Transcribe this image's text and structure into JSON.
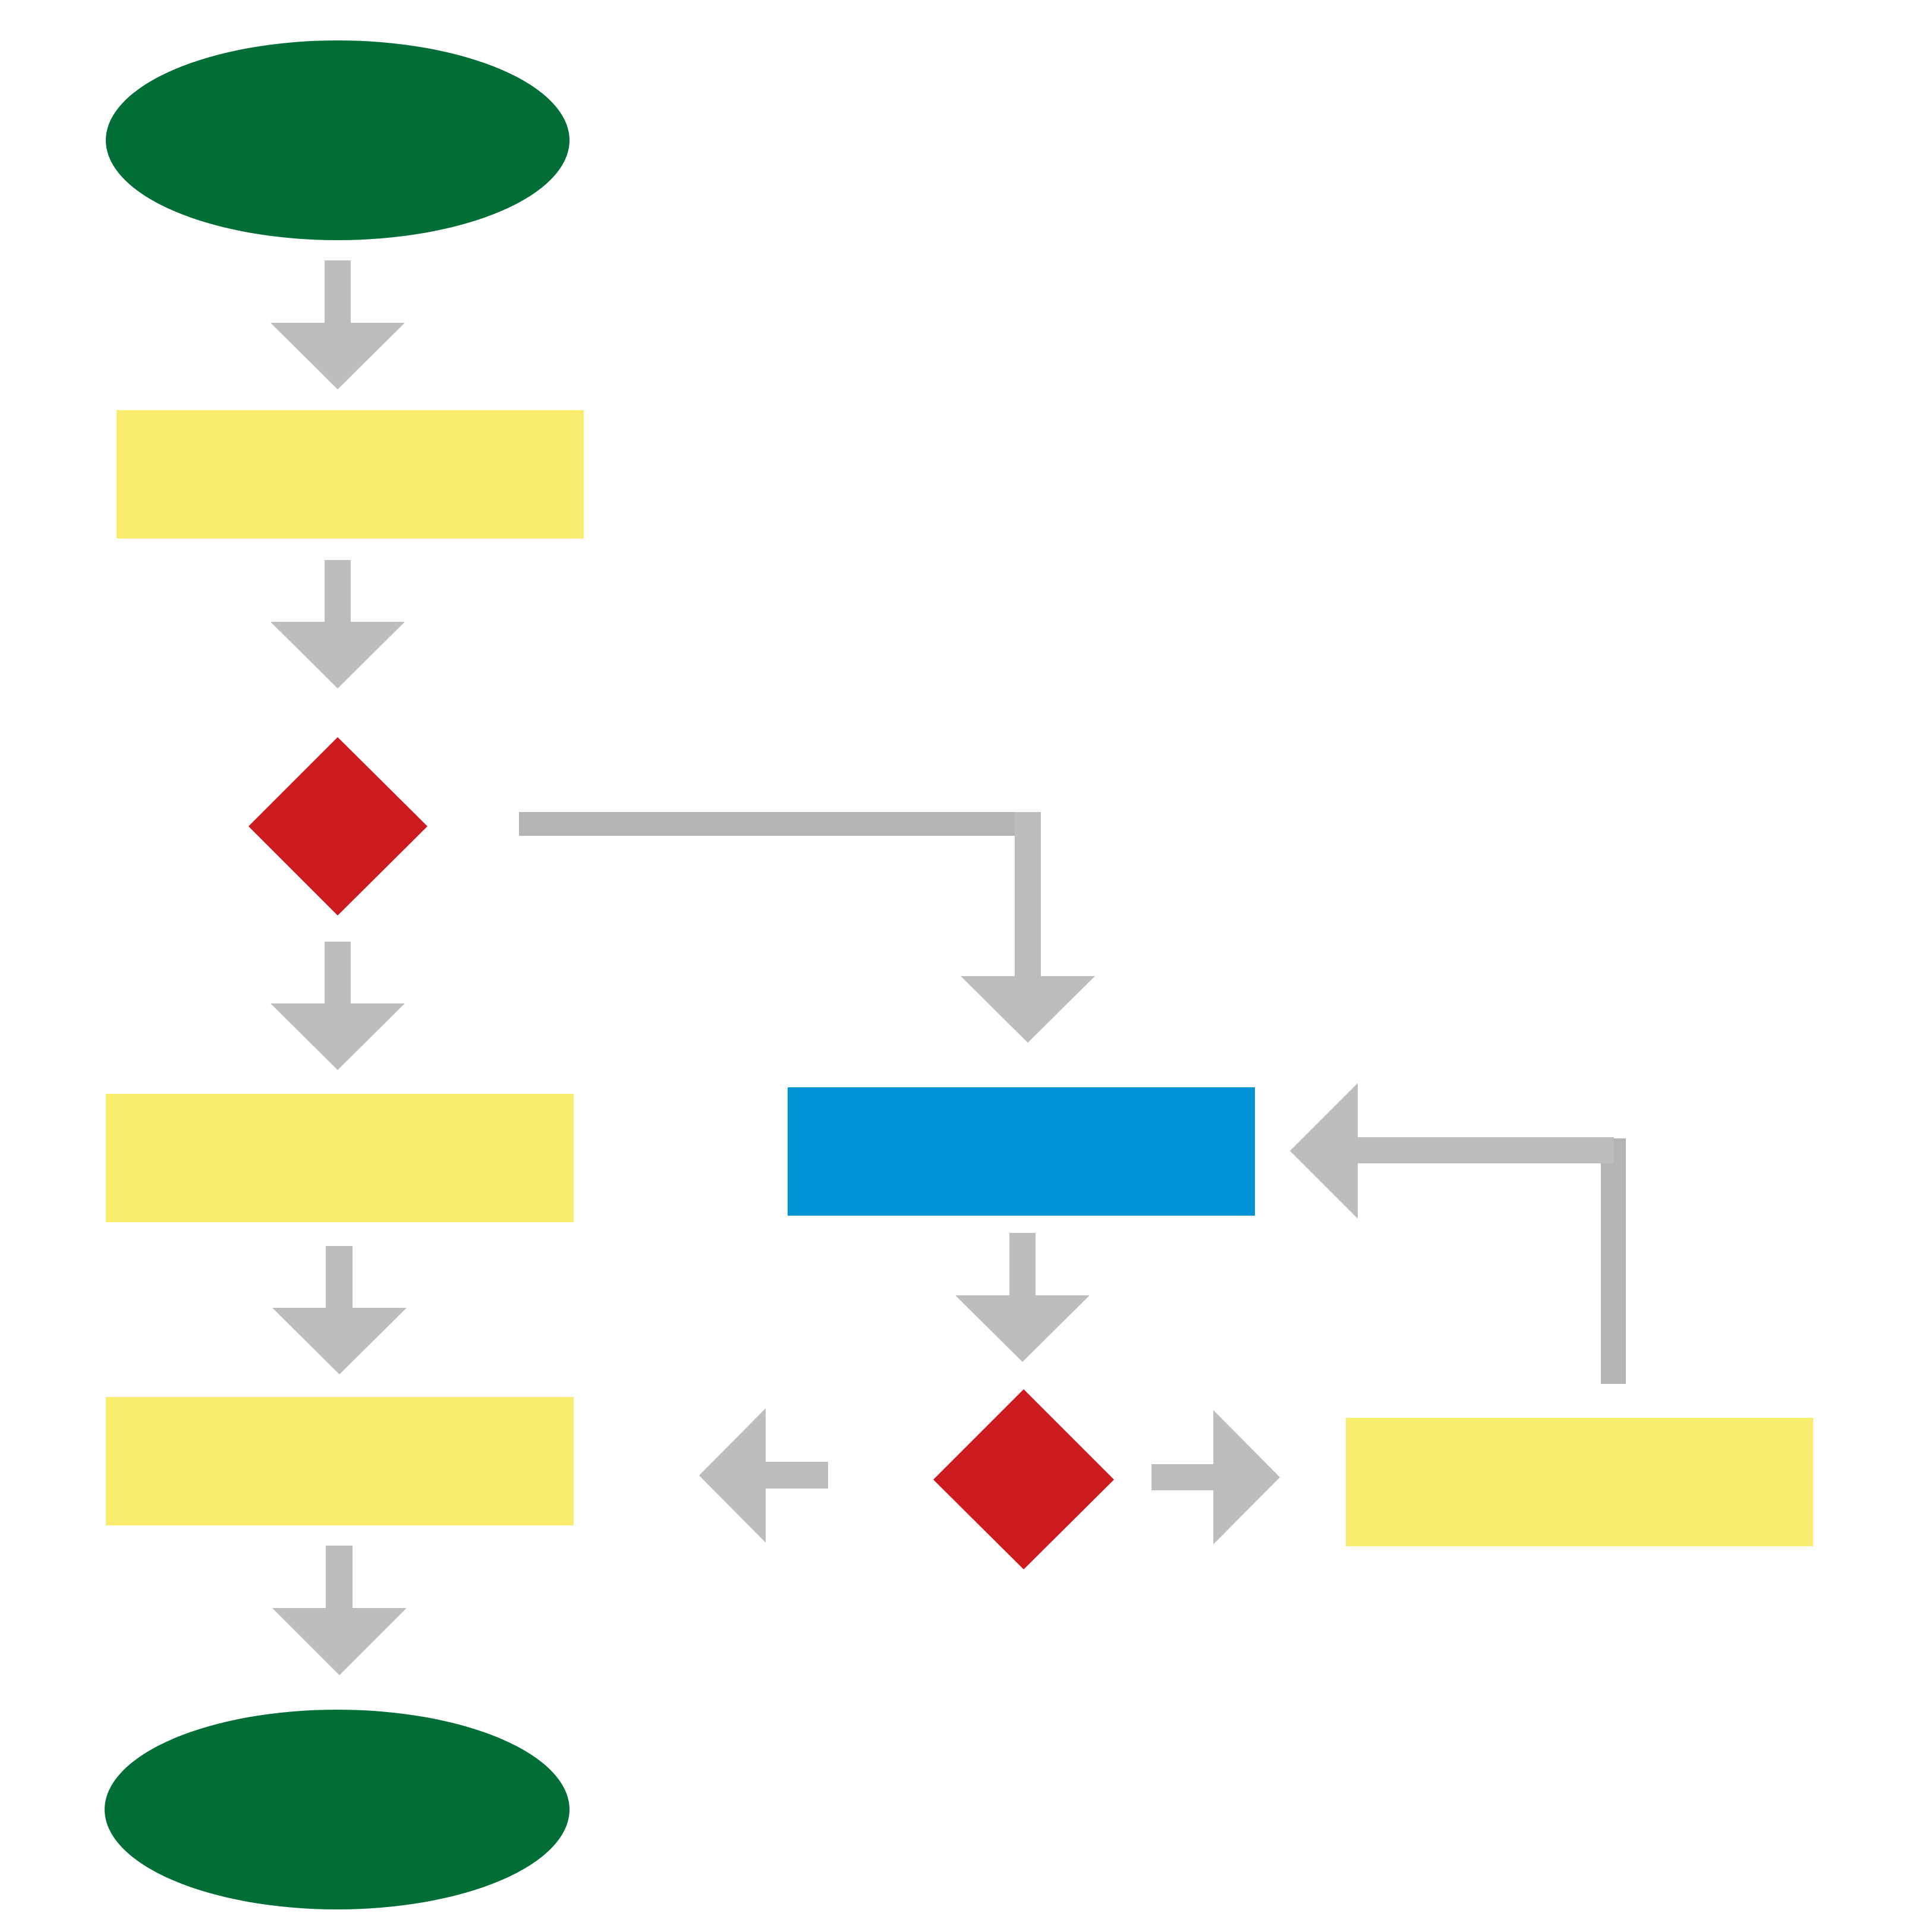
{
  "diagram": {
    "type": "flowchart",
    "colors": {
      "background": "#ffffff",
      "terminal": "#006e35",
      "process": "#f9ed70",
      "highlight_process": "#0293d6",
      "decision": "#cc1a1f",
      "connector": "#bcbdbe",
      "connector_dark": "#b3b4b5"
    },
    "nodes": [
      {
        "id": "start",
        "shape": "ellipse",
        "role": "terminal",
        "label": ""
      },
      {
        "id": "process-1",
        "shape": "rectangle",
        "role": "process",
        "label": ""
      },
      {
        "id": "decision-1",
        "shape": "diamond",
        "role": "decision",
        "label": ""
      },
      {
        "id": "process-2",
        "shape": "rectangle",
        "role": "process",
        "label": ""
      },
      {
        "id": "process-3",
        "shape": "rectangle",
        "role": "process",
        "label": ""
      },
      {
        "id": "end",
        "shape": "ellipse",
        "role": "terminal",
        "label": ""
      },
      {
        "id": "process-blue",
        "shape": "rectangle",
        "role": "highlight_process",
        "label": ""
      },
      {
        "id": "decision-2",
        "shape": "diamond",
        "role": "decision",
        "label": ""
      },
      {
        "id": "process-right",
        "shape": "rectangle",
        "role": "process",
        "label": ""
      }
    ],
    "edges": [
      {
        "from": "start",
        "to": "process-1",
        "direction": "down"
      },
      {
        "from": "process-1",
        "to": "decision-1",
        "direction": "down"
      },
      {
        "from": "decision-1",
        "to": "process-2",
        "direction": "down"
      },
      {
        "from": "decision-1",
        "to": "process-blue",
        "direction": "right-then-down"
      },
      {
        "from": "process-2",
        "to": "process-3",
        "direction": "down"
      },
      {
        "from": "process-3",
        "to": "end",
        "direction": "down"
      },
      {
        "from": "process-blue",
        "to": "decision-2",
        "direction": "down"
      },
      {
        "from": "decision-2",
        "to": "",
        "direction": "left"
      },
      {
        "from": "decision-2",
        "to": "process-right",
        "direction": "right"
      },
      {
        "from": "process-right",
        "to": "process-blue",
        "direction": "up-then-left"
      }
    ]
  }
}
